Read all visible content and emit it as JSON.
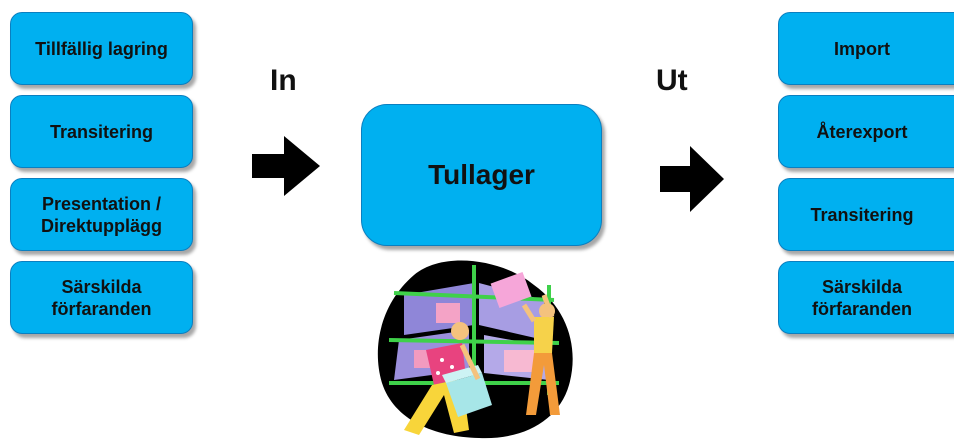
{
  "inputs": [
    "Tillfällig lagring",
    "Transitering",
    "Presentation / Direktupplägg",
    "Särskilda förfaranden"
  ],
  "outputs": [
    "Import",
    "Återexport",
    "Transitering",
    "Särskilda förfaranden"
  ],
  "center": "Tullager",
  "in_label": "In",
  "out_label": "Ut",
  "colors": {
    "box_fill": "#00b0f0",
    "box_border": "#0a7fc0",
    "text": "#111111",
    "arrow": "#000000"
  },
  "icons": {
    "arrows": "black-block-arrow-right",
    "illustration": "warehouse-workers-clipart"
  }
}
